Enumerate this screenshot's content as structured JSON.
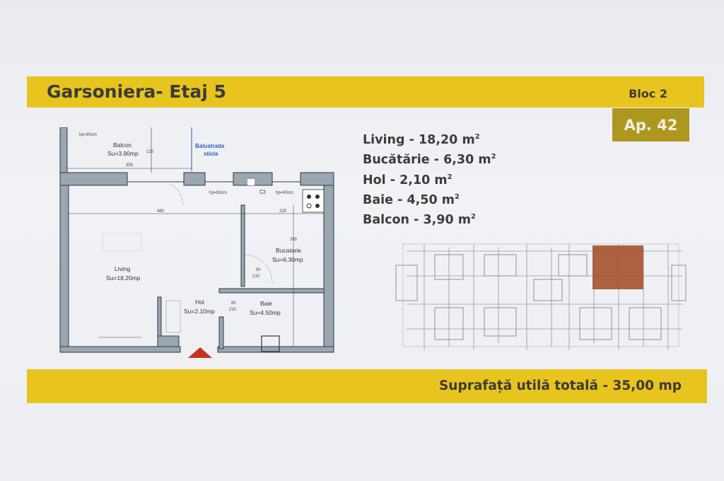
{
  "header": {
    "title": "Garsoniera- Etaj 5",
    "building": "Bloc 2",
    "apartment": "Ap. 42"
  },
  "rooms": [
    {
      "name": "Living",
      "area": "18,20",
      "unit": "m"
    },
    {
      "name": "Bucătărie",
      "area": "6,30",
      "unit": "m"
    },
    {
      "name": "Hol",
      "area": "2,10",
      "unit": "m"
    },
    {
      "name": "Baie",
      "area": "4,50",
      "unit": "m"
    },
    {
      "name": "Balcon",
      "area": "3,90",
      "unit": "m"
    }
  ],
  "plan": {
    "balcon": "Balcon",
    "balcon_su": "Su=3.90mp",
    "balustrada_1": "Balustrada",
    "balustrada_2": "sticla",
    "hp1": "hp=90cm",
    "hp2": "hp=90cm",
    "hp3": "hp=90cm",
    "ct": "Ct",
    "dim_355": "355",
    "dim_125": "125",
    "dim_480": "480",
    "dim_225": "225",
    "dim_285": "285",
    "living": "Living",
    "living_su": "Su=18.20mp",
    "bucatarie": "Bucatarie",
    "bucatarie_su": "Su=6.30mp",
    "hol": "Hol",
    "hol_su": "Su=2.10mp",
    "baie": "Baie",
    "baie_su": "Su=4.50mp",
    "door_90": "90",
    "door_210": "210",
    "door_80": "80",
    "door_210b": "210"
  },
  "footer": {
    "total": "Suprafață utilă totală - 35,00 mp"
  },
  "colors": {
    "yellow": "#e7c41e",
    "badge": "#ad971f",
    "highlight": "#a0522d"
  }
}
